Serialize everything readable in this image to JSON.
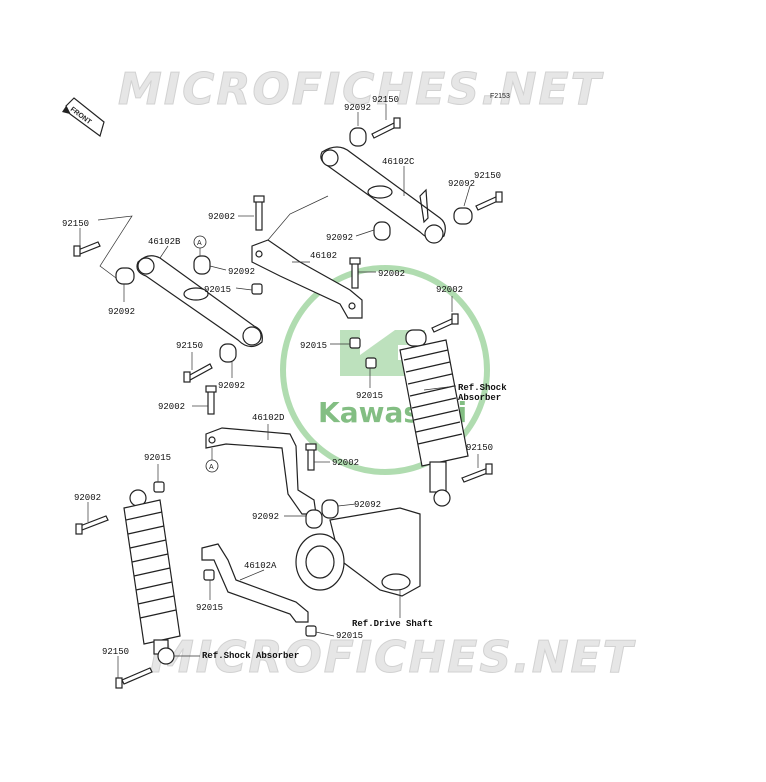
{
  "watermark": {
    "top": "MICROFICHES.NET",
    "bottom": "MICROFICHES.NET"
  },
  "brand": {
    "name": "Kawasaki",
    "color": "#5aa95a"
  },
  "figure_code": "F2153",
  "front_marker": "FRONT",
  "callouts": {
    "a_top": "A",
    "a_bottom": "A"
  },
  "labels": {
    "p92150_top": "92150",
    "p92092_top": "92092",
    "p46102C": "46102C",
    "p92092_right": "92092",
    "p92150_right": "92150",
    "p92002_mid": "92002",
    "p92092_center": "92092",
    "p92150_left": "92150",
    "p46102B": "46102B",
    "p92092_a": "92092",
    "p46102": "46102",
    "p92002_r1": "92002",
    "p92015_a": "92015",
    "p92092_left": "92092",
    "p92002_r2": "92002",
    "p92150_l2": "92150",
    "p92015_mid": "92015",
    "p92092_l2": "92092",
    "p92015_shock": "92015",
    "p92002_l3": "92002",
    "p46102D": "46102D",
    "p92150_shock": "92150",
    "p92015_l4": "92015",
    "p92002_c": "92002",
    "p92002_l5": "92002",
    "p92092_c2": "92092",
    "p92092_c3": "92092",
    "p46102A": "46102A",
    "p92015_l6": "92015",
    "p92015_c4": "92015",
    "p92150_bottom": "92150"
  },
  "references": {
    "shock_right": [
      "Ref.Shock",
      "Absorber"
    ],
    "drive_shaft": "Ref.Drive Shaft",
    "shock_left": "Ref.Shock Absorber"
  }
}
